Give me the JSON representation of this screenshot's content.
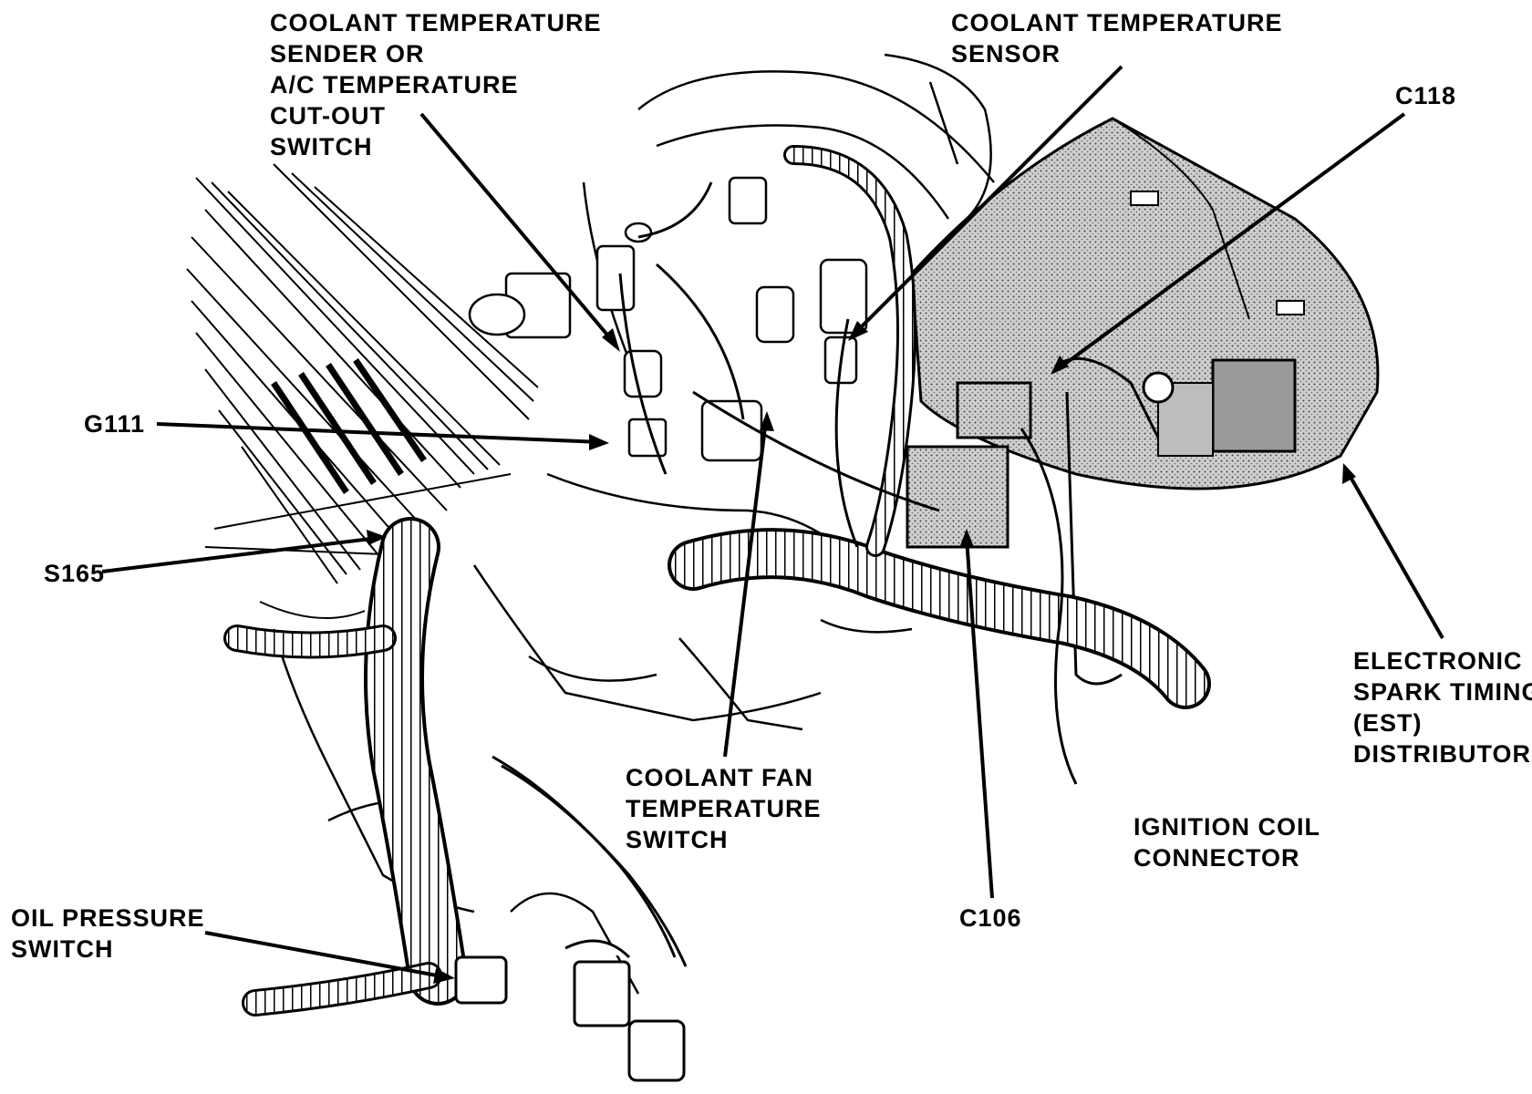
{
  "labels": {
    "sender": [
      "COOLANT TEMPERATURE",
      "SENDER OR",
      "A/C TEMPERATURE",
      "CUT-OUT",
      "SWITCH"
    ],
    "sensor": [
      "COOLANT TEMPERATURE",
      "SENSOR"
    ],
    "c118": [
      "C118"
    ],
    "g111": [
      "G111"
    ],
    "s165": [
      "S165"
    ],
    "fan_switch": [
      "COOLANT FAN",
      "TEMPERATURE",
      "SWITCH"
    ],
    "distributor": [
      "ELECTRONIC",
      "SPARK TIMING",
      "(EST)",
      "DISTRIBUTOR"
    ],
    "coil": [
      "IGNITION COIL",
      "CONNECTOR"
    ],
    "c106": [
      "C106"
    ],
    "oil": [
      "OIL PRESSURE",
      "SWITCH"
    ]
  }
}
